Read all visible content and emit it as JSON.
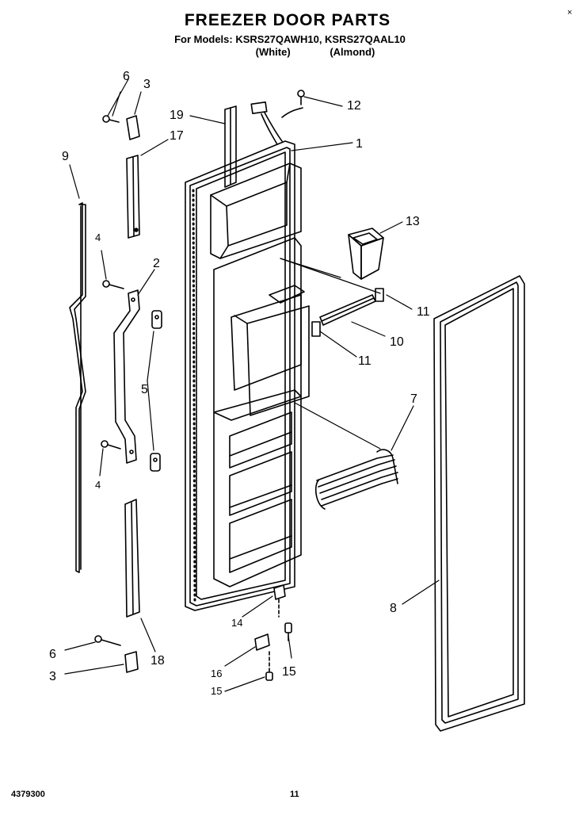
{
  "header": {
    "title": "FREEZER DOOR PARTS",
    "models": "For Models: KSRS27QAWH10, KSRS27QAAL10",
    "color_white": "(White)",
    "color_almond": "(Almond)"
  },
  "footer": {
    "doc_number": "4379300",
    "page_number": "11"
  },
  "corner_mark": "×",
  "callouts": {
    "c1": "1",
    "c2": "2",
    "c3a": "3",
    "c3b": "3",
    "c4a": "4",
    "c4b": "4",
    "c5": "5",
    "c6a": "6",
    "c6b": "6",
    "c7": "7",
    "c8": "8",
    "c9": "9",
    "c10": "10",
    "c11a": "11",
    "c11b": "11",
    "c12": "12",
    "c13": "13",
    "c14": "14",
    "c15a": "15",
    "c15b": "15",
    "c16": "16",
    "c17": "17",
    "c18": "18",
    "c19": "19"
  }
}
